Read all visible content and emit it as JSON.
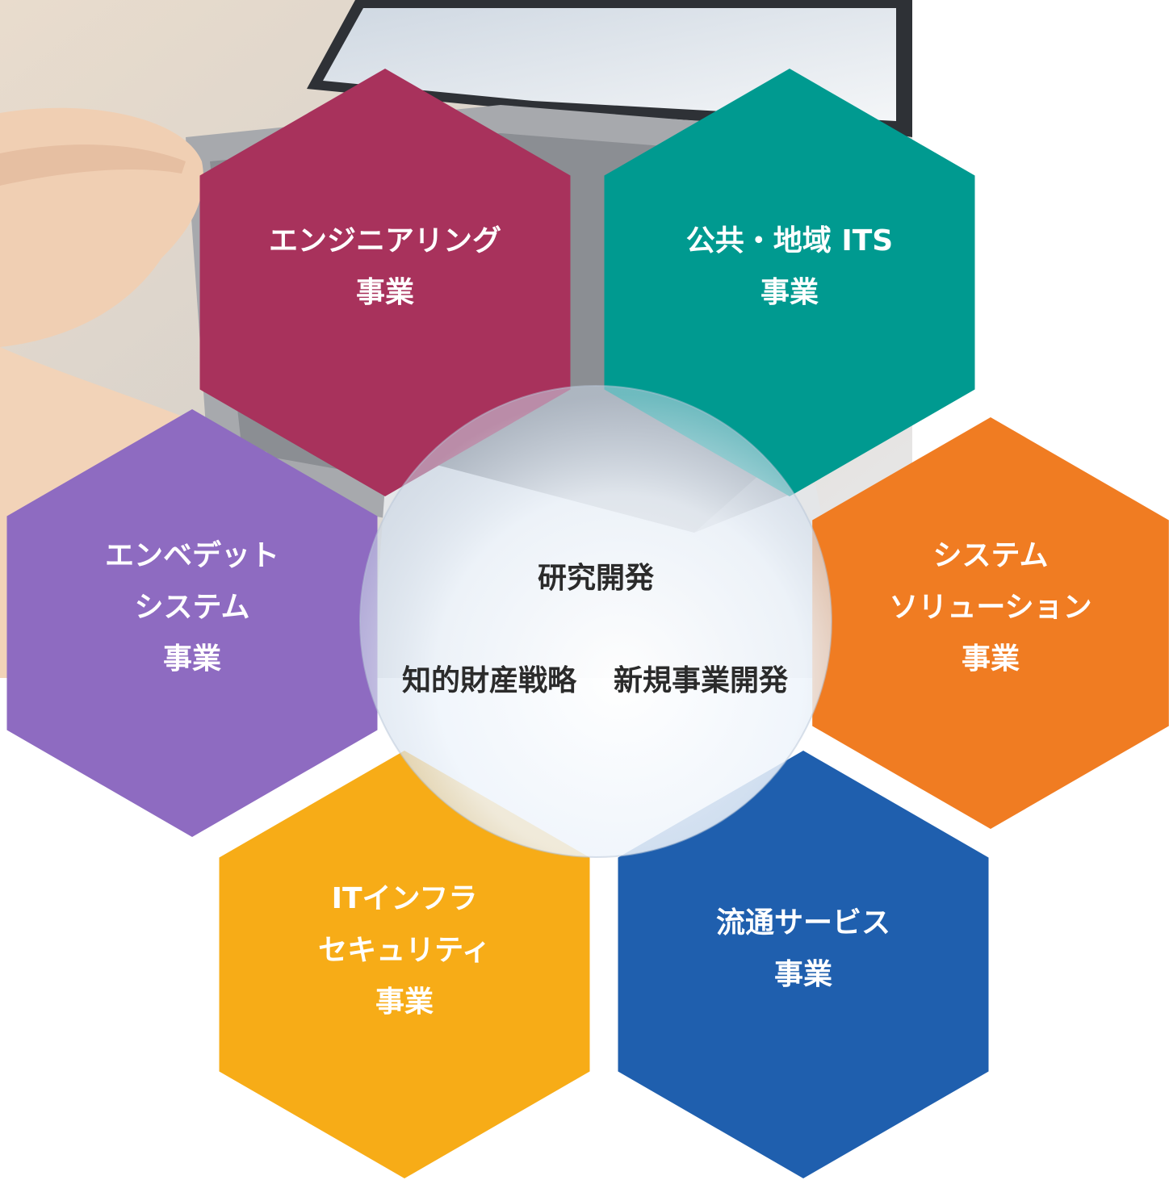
{
  "hexagons": [
    {
      "id": "engineering",
      "lines": [
        "エンジニアリング",
        "事業"
      ],
      "color": "#A8325C"
    },
    {
      "id": "public-its",
      "lines": [
        "公共・地域 ITS",
        "事業"
      ],
      "color": "#009A90"
    },
    {
      "id": "embedded",
      "lines": [
        "エンベデット",
        "システム",
        "事業"
      ],
      "color": "#8E6BC1"
    },
    {
      "id": "system-solution",
      "lines": [
        "システム",
        "ソリューション",
        "事業"
      ],
      "color": "#F07C22"
    },
    {
      "id": "it-infra",
      "lines": [
        "ITインフラ",
        "セキュリティ",
        "事業"
      ],
      "color": "#F7AC17"
    },
    {
      "id": "distribution",
      "lines": [
        "流通サービス",
        "事業"
      ],
      "color": "#1F5FAE"
    }
  ],
  "center": {
    "title": "研究開発",
    "left": "知的財産戦略",
    "right": "新規事業開発"
  },
  "background": {
    "icon": "laptop-typing-photo"
  }
}
